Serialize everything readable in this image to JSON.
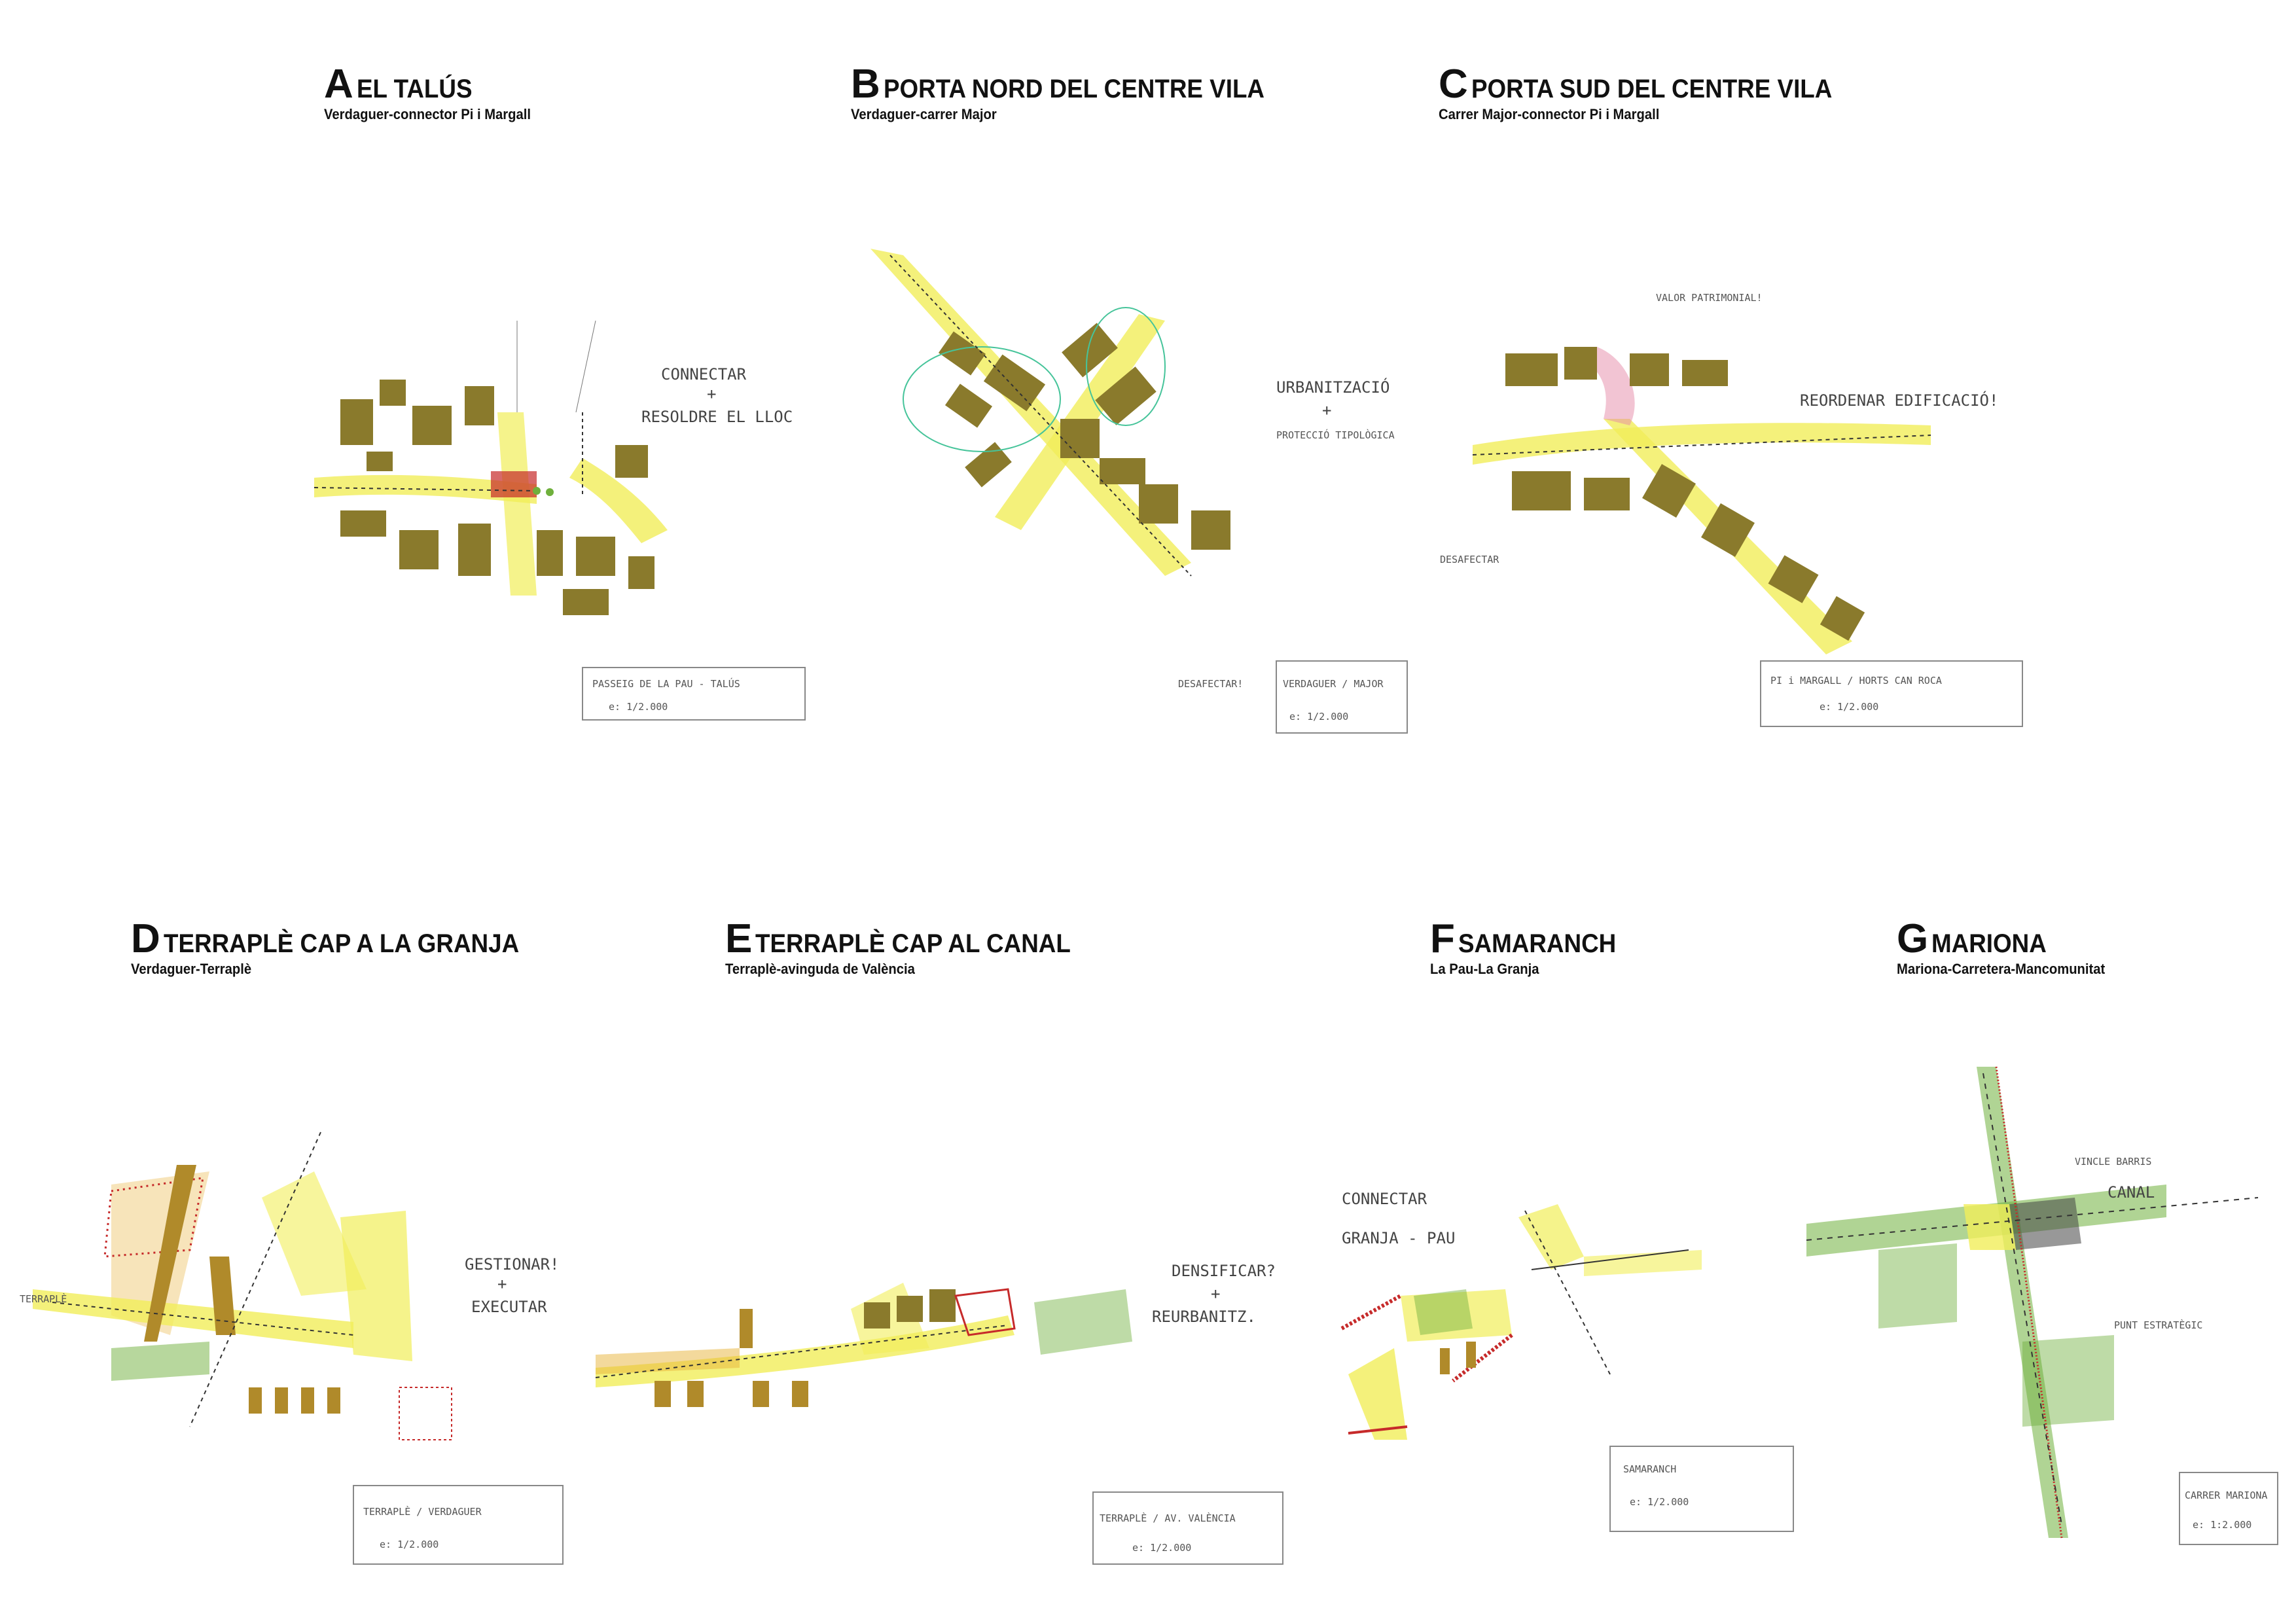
{
  "panels": [
    {
      "letter": "A",
      "title": "EL TALÚS",
      "subtitle": "Verdaguer-connector Pi i Margall",
      "scale_label": "PASSEIG DE LA PAU - TALÚS",
      "scale_value": "e: 1/2.000",
      "notes": [
        "CONNECTAR",
        "+",
        "RESOLDRE EL LLOC"
      ]
    },
    {
      "letter": "B",
      "title": "PORTA NORD DEL CENTRE VILA",
      "subtitle": "Verdaguer-carrer Major",
      "scale_label": "VERDAGUER / MAJOR",
      "scale_value": "e: 1/2.000",
      "notes": [
        "URBANITZACIÓ",
        "+",
        "PROTECCIÓ TIPOLÒGICA",
        "DESAFECTAR!"
      ]
    },
    {
      "letter": "C",
      "title": "PORTA SUD DEL CENTRE VILA",
      "subtitle": "Carrer Major-connector Pi i Margall",
      "scale_label": "PI i MARGALL / HORTS CAN ROCA",
      "scale_value": "e: 1/2.000",
      "notes": [
        "VALOR PATRIMONIAL!",
        "REORDENAR EDIFICACIÓ!",
        "DESAFECTAR"
      ]
    },
    {
      "letter": "D",
      "title": "TERRAPLÈ CAP A LA GRANJA",
      "subtitle": "Verdaguer-Terraplè",
      "scale_label": "TERRAPLÈ / VERDAGUER",
      "scale_value": "e: 1/2.000",
      "notes": [
        "GESTIONAR!",
        "+",
        "EXECUTAR",
        "TERRAPLÈ"
      ]
    },
    {
      "letter": "E",
      "title": "TERRAPLÈ CAP AL CANAL",
      "subtitle": "Terraplè-avinguda de València",
      "scale_label": "TERRAPLÈ / AV. VALÈNCIA",
      "scale_value": "e: 1/2.000",
      "notes": [
        "DENSIFICAR?",
        "+",
        "REURBANITZ."
      ]
    },
    {
      "letter": "F",
      "title": "SAMARANCH",
      "subtitle": "La Pau-La Granja",
      "scale_label": "SAMARANCH",
      "scale_value": "e: 1/2.000",
      "notes": [
        "CONNECTAR",
        "GRANJA - PAU"
      ]
    },
    {
      "letter": "G",
      "title": "MARIONA",
      "subtitle": "Mariona-Carretera-Mancomunitat",
      "scale_label": "CARRER MARIONA",
      "scale_value": "e: 1:2.000",
      "notes": [
        "VINCLE BARRIS",
        "CANAL",
        "PUNT ESTRATÈGIC"
      ]
    }
  ],
  "colors": {
    "building": "#8a7a2c",
    "yellow": "#f1ee5a",
    "orange": "#e8b33a",
    "green": "#6fb03c",
    "red": "#c62a2a"
  }
}
